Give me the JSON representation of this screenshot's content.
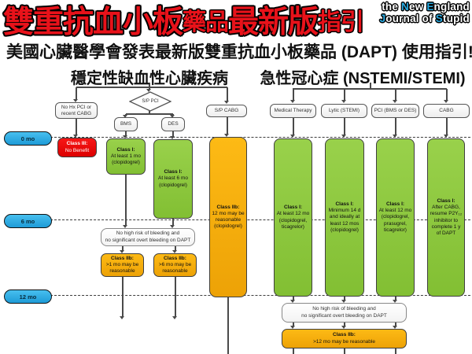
{
  "title": {
    "segments": [
      {
        "text": "雙重抗血小板"
      },
      {
        "text": "藥品"
      },
      {
        "text": "最新版"
      },
      {
        "text": "指引"
      }
    ]
  },
  "logo": {
    "line1": [
      {
        "t": "the "
      },
      {
        "t": "N"
      },
      {
        "t": "ew "
      },
      {
        "t": "E"
      },
      {
        "t": "ngland"
      }
    ],
    "line2": [
      {
        "t": "J"
      },
      {
        "t": "ournal of "
      },
      {
        "t": "S"
      },
      {
        "t": "tupid"
      }
    ]
  },
  "subtitle": "美國心臟醫學會發表最新版雙重抗血小板藥品 (DAPT) 使用指引!!",
  "timeline": {
    "t0": "0 mo",
    "t6": "6 mo",
    "t12": "12 mo"
  },
  "left_section": {
    "header": "穩定性缺血性心臟疾病",
    "nodes": {
      "no_hx": "No Hx PCI or recent CABG",
      "sp_pci": "S/P PCI",
      "bms": "BMS",
      "des": "DES",
      "sp_cabg": "S/P CABG"
    },
    "outcomes": {
      "class3": {
        "title": "Class III:",
        "body": "No Benefit"
      },
      "bms": {
        "title": "Class I:",
        "body": "At least 1 mo (clopidogrel)"
      },
      "des": {
        "title": "Class I:",
        "body": "At least 6 mo (clopidogrel)"
      },
      "cabg": {
        "title": "Class IIb:",
        "body": "12 mo may be reasonable (clopidogrel)"
      },
      "bleed_check": {
        "line1": "No high risk of bleeding and",
        "line2": "no significant overt bleeding on DAPT"
      },
      "extend_bms": {
        "title": "Class IIb:",
        "body": ">1 mo may be reasonable"
      },
      "extend_des": {
        "title": "Class IIb:",
        "body": ">6 mo may be reasonable"
      }
    }
  },
  "right_section": {
    "header": "急性冠心症 (NSTEMI/STEMI)",
    "nodes": {
      "medical": "Medical Therapy",
      "lytic": "Lytic (STEMI)",
      "pci": "PCI (BMS or DES)",
      "cabg": "CABG"
    },
    "outcomes": {
      "medical": {
        "title": "Class I:",
        "body": "At least 12 mo (clopidogrel, ticagrelor)"
      },
      "lytic": {
        "title": "Class I:",
        "body": "Minimum 14 d and ideally at least 12 mos (clopidogrel)"
      },
      "pci": {
        "title": "Class I:",
        "body": "At least 12 mo (clopidogrel, prasugrel, ticagrelor)"
      },
      "cabg": {
        "title": "Class I:",
        "body": "After CABG, resume P2Y₁₂ inhibitor to complete 1 y of DAPT"
      },
      "bleed_check": {
        "line1": "No high risk of bleeding and",
        "line2": "no significant overt bleeding on DAPT"
      },
      "extend": {
        "title": "Class IIb:",
        "body": ">12 mo may be reasonable"
      }
    }
  },
  "colors": {
    "timeline_blue": "#29ABE2",
    "class1_green": "#8CC63F",
    "class2b_orange": "#F5A80A",
    "class3_red": "#EE0000",
    "title_red": "#E8121A",
    "logo_blue": "#29ABE2"
  }
}
